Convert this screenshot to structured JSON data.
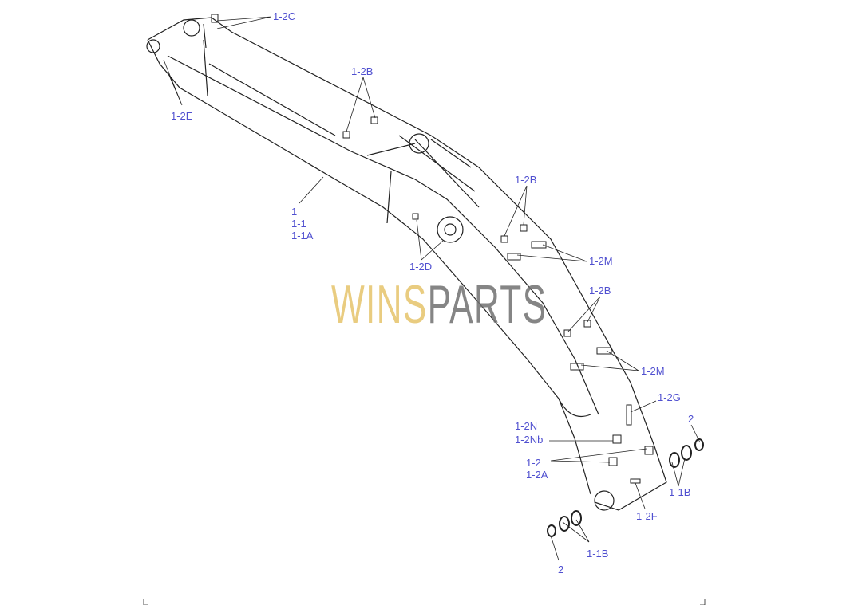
{
  "watermark": {
    "part1": "WINS",
    "part2": "PARTS",
    "color1": "#e6c46a",
    "color2": "#707070"
  },
  "labels": {
    "c": "1-2C",
    "b1": "1-2B",
    "e": "1-2E",
    "main1": "1",
    "main2": "1-1",
    "main3": "1-1A",
    "d": "1-2D",
    "b2": "1-2B",
    "m1": "1-2M",
    "b3": "1-2B",
    "m2": "1-2M",
    "g": "1-2G",
    "two1": "2",
    "n": "1-2N",
    "nb": "1-2Nb",
    "p2": "1-2",
    "p2a": "1-2A",
    "bb1": "1-1B",
    "f": "1-2F",
    "bb2": "1-1B",
    "two2": "2"
  },
  "label_color": "#5050d0"
}
